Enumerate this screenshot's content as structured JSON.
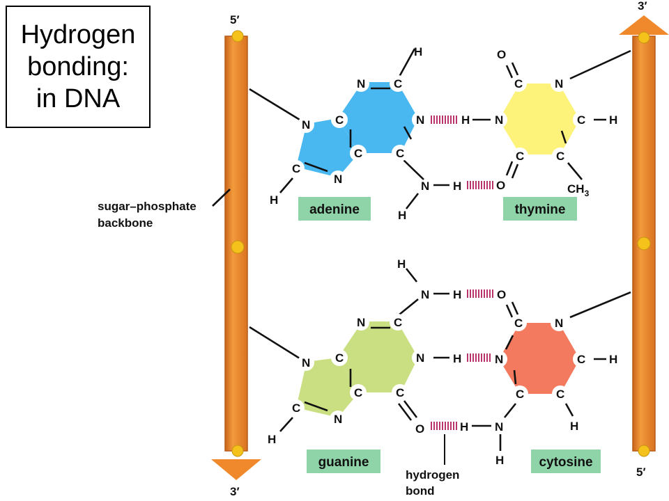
{
  "title": {
    "lines": [
      "Hydrogen",
      "bonding:",
      "in DNA"
    ]
  },
  "labels": {
    "adenine": "adenine",
    "thymine": "thymine",
    "guanine": "guanine",
    "cytosine": "cytosine",
    "backbone_line1": "sugar–phosphate",
    "backbone_line2": "backbone",
    "hbond_line1": "hydrogen",
    "hbond_line2": "bond",
    "methyl": "CH",
    "methyl_sub": "3"
  },
  "strands": {
    "left_top": "5′",
    "left_bottom": "3′",
    "right_top": "3′",
    "right_bottom": "5′"
  },
  "atoms": {
    "N": "N",
    "C": "C",
    "H": "H",
    "O": "O"
  },
  "colors": {
    "backbone": "#e8862a",
    "backbone_dark": "#c9651a",
    "phosphate": "#f5c21b",
    "adenine": "#4ab8f0",
    "thymine": "#fdf27a",
    "guanine": "#c9df82",
    "cytosine": "#f47a5f",
    "label_bg": "#8fd3a8",
    "hbond": "#b8336a"
  }
}
